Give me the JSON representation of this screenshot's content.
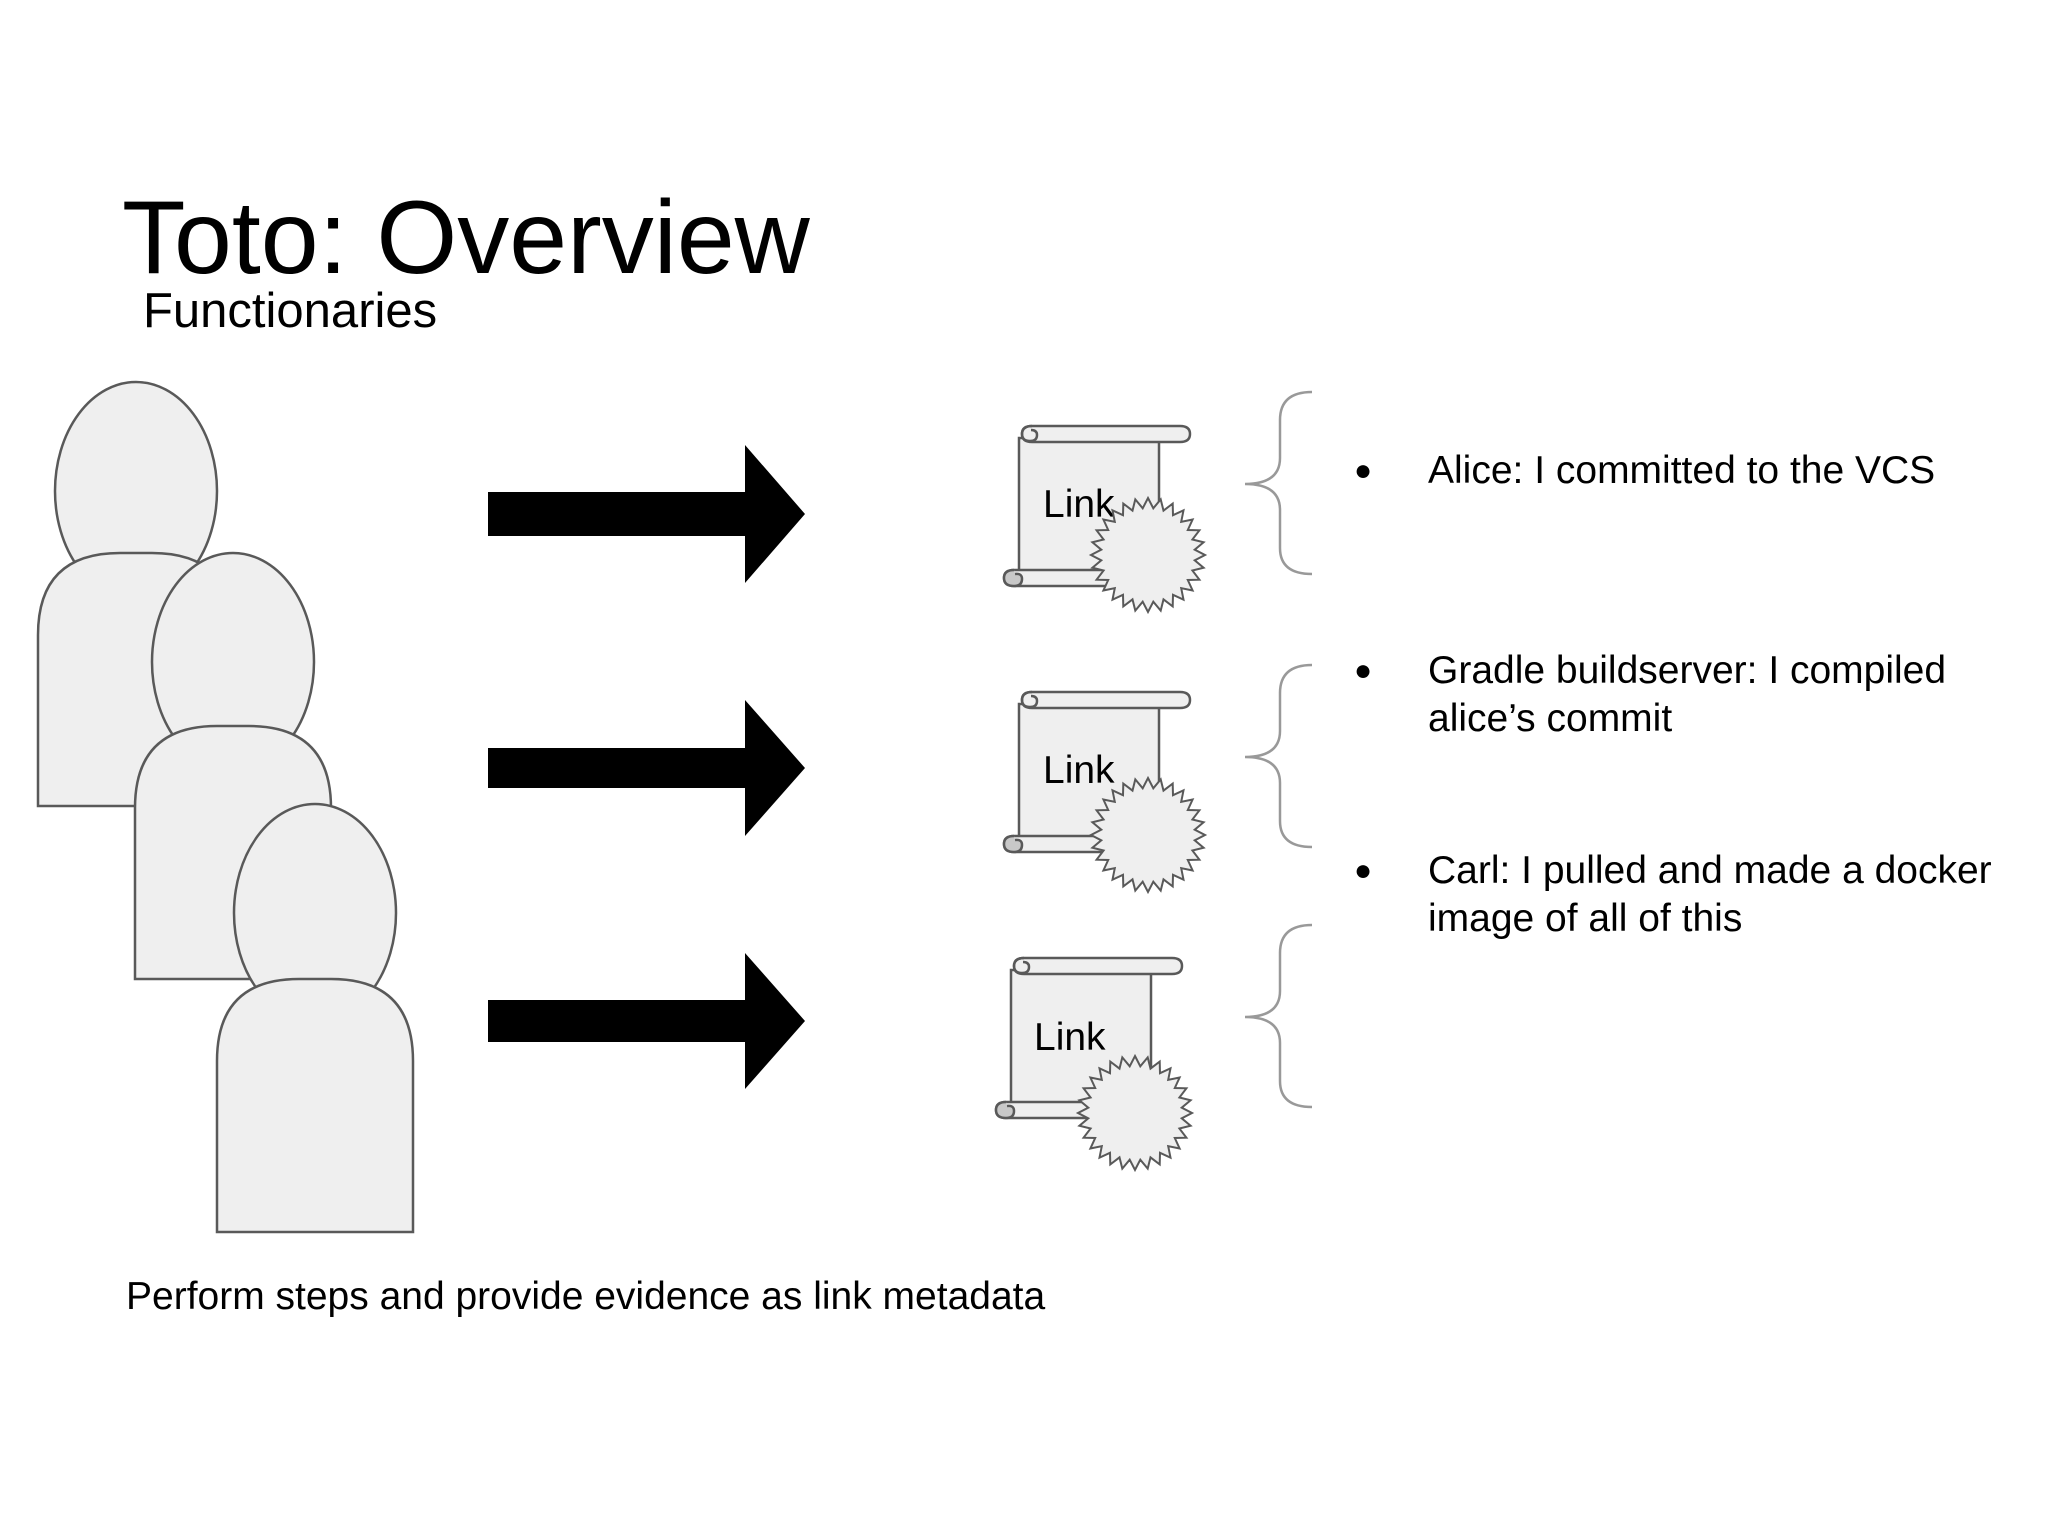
{
  "slide": {
    "title": "Toto: Overview",
    "subtitle": "Functionaries",
    "footer": "Perform steps and provide evidence as link metadata"
  },
  "link_docs": [
    {
      "label": "Link"
    },
    {
      "label": "Link"
    },
    {
      "label": "Link"
    }
  ],
  "bullets": [
    {
      "marker": "●",
      "text": "Alice: I committed to the VCS"
    },
    {
      "marker": "●",
      "text": "Gradle buildserver: I compiled alice’s commit"
    },
    {
      "marker": "●",
      "text": "Carl: I pulled and made a docker image of all of this"
    }
  ],
  "colors": {
    "figure_fill": "#efefef",
    "figure_stroke": "#595959",
    "arrow_fill": "#000000",
    "brace_stroke": "#999999"
  },
  "icons": {
    "person": "person-silhouette-icon",
    "arrow": "right-arrow-icon",
    "document": "scroll-document-icon",
    "seal": "wax-seal-icon",
    "brace": "curly-brace-icon"
  }
}
